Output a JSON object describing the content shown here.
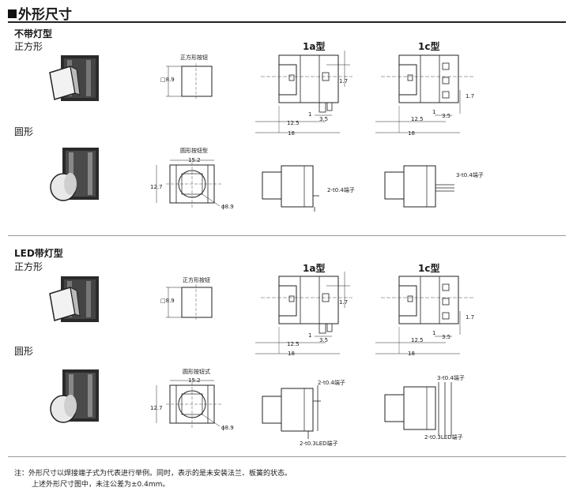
{
  "page_title": "外形尺寸",
  "sections": [
    {
      "title": "不带灯型",
      "rows": [
        {
          "shape_label": "正方形",
          "button_caption": "正方形按钮",
          "side": "□8.9"
        },
        {
          "shape_label": "圆形",
          "button_caption": "圆形按钮型",
          "width": "15.2",
          "height": "12.7",
          "diameter": "ϕ8.9"
        }
      ],
      "col_headers": [
        "1a型",
        "1c型"
      ],
      "dims": {
        "d1_7": "1.7",
        "d1": "1",
        "d3_5": "3.5",
        "d12_5": "12.5",
        "d18": "18"
      },
      "terminals": {
        "side_1a": "2-t0.4端子",
        "side_1c": "3-t0.4端子"
      }
    },
    {
      "title": "LED带灯型",
      "rows": [
        {
          "shape_label": "正方形",
          "button_caption": "正方形按钮",
          "side": "□8.9"
        },
        {
          "shape_label": "圆形",
          "button_caption": "圆形按钮式",
          "width": "15.2",
          "height": "12.7",
          "diameter": "ϕ8.9"
        }
      ],
      "col_headers": [
        "1a型",
        "1c型"
      ],
      "dims": {
        "d1_7": "1.7",
        "d1": "1",
        "d3_5": "3.5",
        "d12_5": "12.5",
        "d18": "18"
      },
      "terminals": {
        "top_1a": "2-t0.4端子",
        "top_1c": "3-t0.4端子",
        "led_1a": "2-t0.3LED端子",
        "led_1c": "2-t0.3LED端子"
      }
    }
  ],
  "notes": [
    "注：外形尺寸以焊接端子式为代表进行举例。同时，表示的是未安装法兰、板簧的状态。",
    "上述外形尺寸图中，未注公差为±0.4mm。"
  ]
}
